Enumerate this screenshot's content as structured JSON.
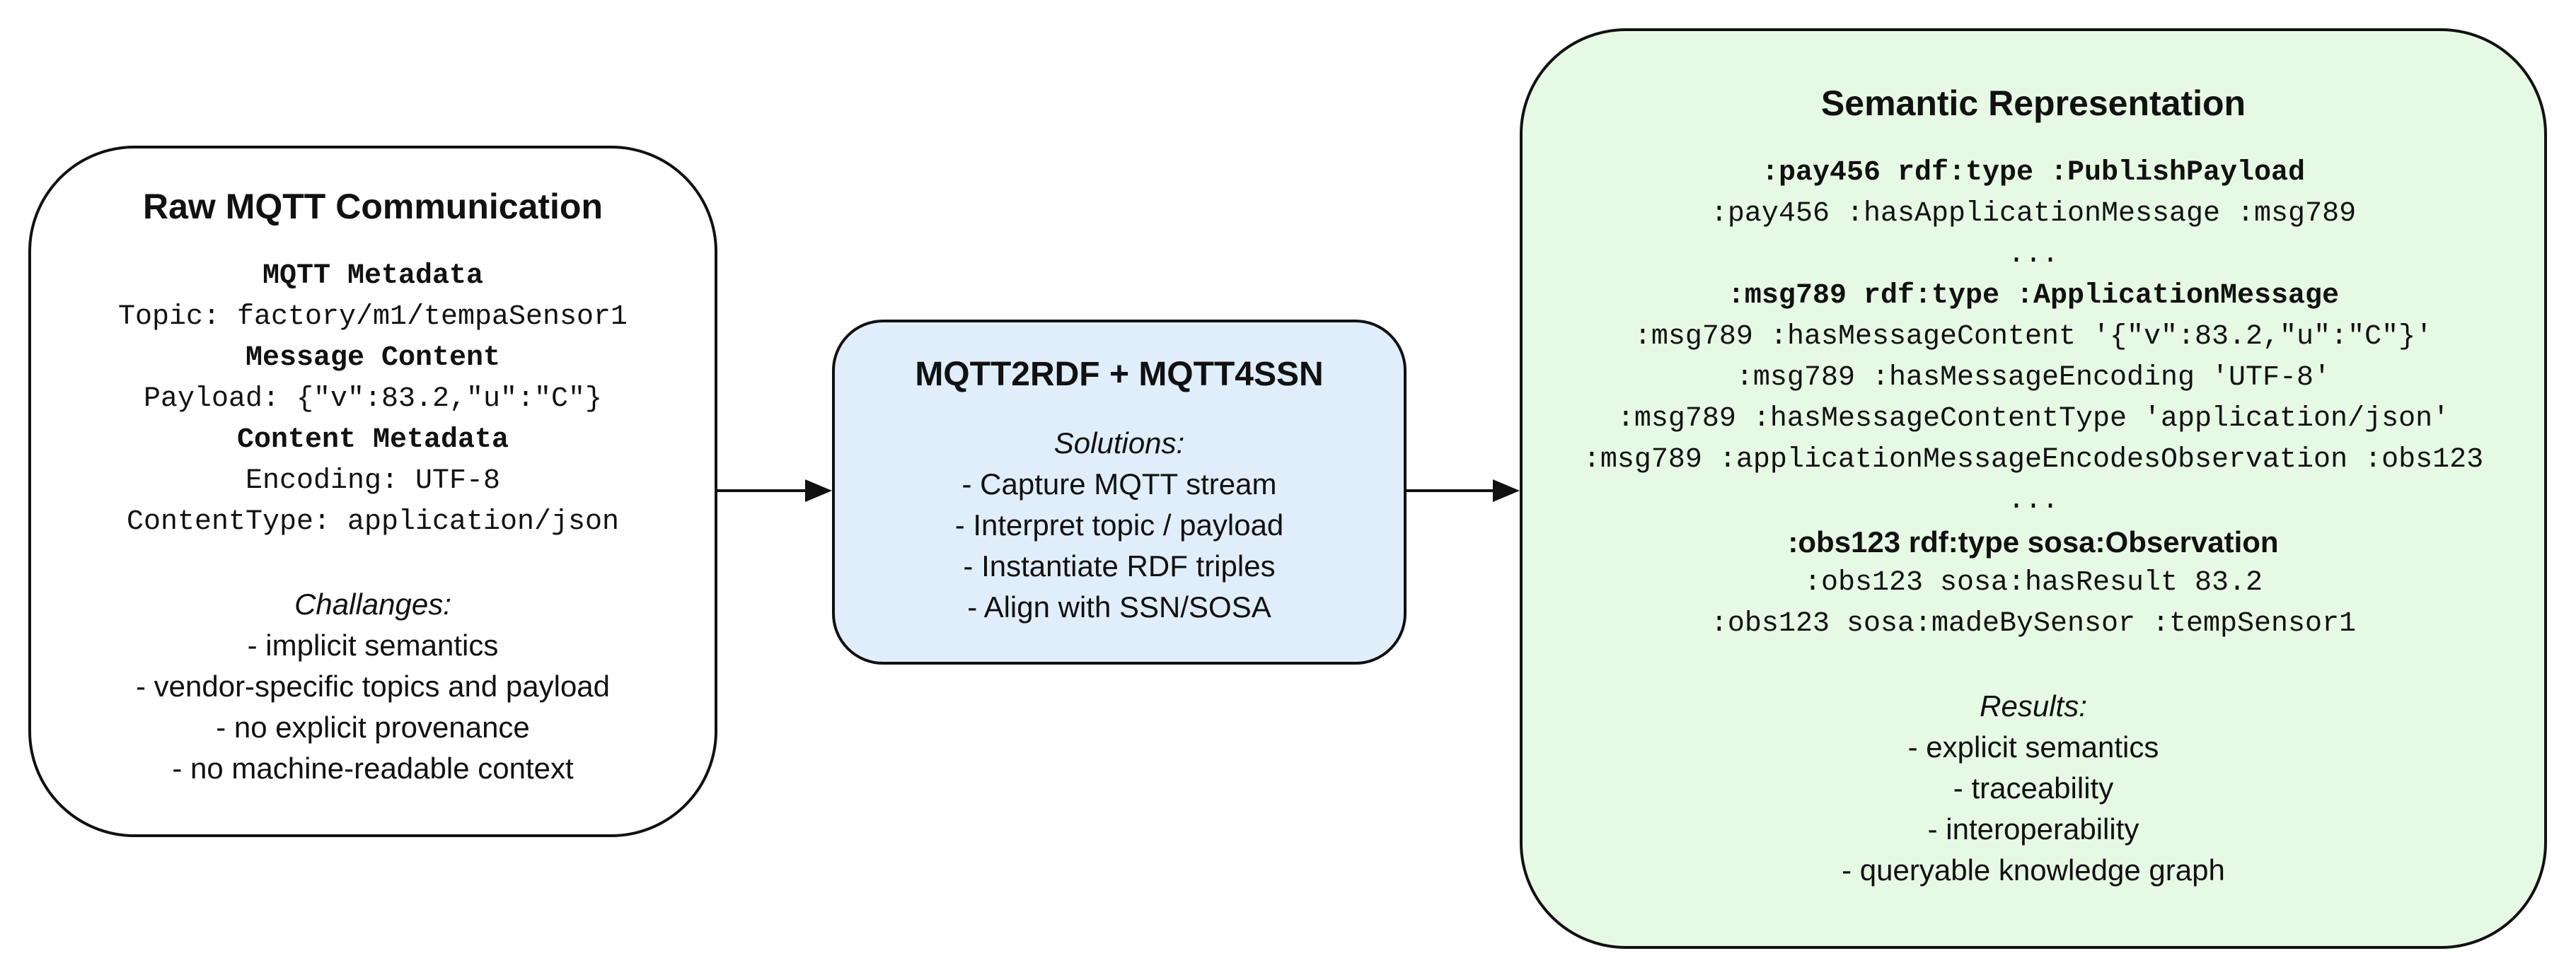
{
  "colors": {
    "border": "#111111",
    "raw_fill": "#ffffff",
    "mid_fill": "#e0eefb",
    "sem_fill": "#e6f9e4",
    "arrow": "#111111"
  },
  "raw": {
    "title": "Raw MQTT Communication",
    "h_metadata": "MQTT Metadata",
    "topic": "Topic: factory/m1/tempaSensor1",
    "h_content": "Message Content",
    "payload": "Payload: {\"v\":83.2,\"u\":\"C\"}",
    "h_content_meta": "Content Metadata",
    "encoding": "Encoding: UTF-8",
    "content_type": "ContentType: application/json",
    "challenges_label": "Challanges:",
    "challenges": [
      "- implicit semantics",
      "- vendor-specific topics and payload",
      "- no explicit provenance",
      "- no machine-readable context"
    ]
  },
  "mid": {
    "title": "MQTT2RDF + MQTT4SSN",
    "solutions_label": "Solutions:",
    "solutions": [
      "- Capture MQTT stream",
      "- Interpret topic / payload",
      "- Instantiate RDF triples",
      "- Align with SSN/SOSA"
    ]
  },
  "sem": {
    "title": "Semantic Representation",
    "t1": ":pay456 rdf:type :PublishPayload",
    "t2": ":pay456 :hasApplicationMessage :msg789",
    "e1": "...",
    "t3": ":msg789 rdf:type :ApplicationMessage",
    "t4": ":msg789 :hasMessageContent '{\"v\":83.2,\"u\":\"C\"}'",
    "t5": ":msg789 :hasMessageEncoding 'UTF-8'",
    "t6": ":msg789 :hasMessageContentType 'application/json'",
    "t7": ":msg789 :applicationMessageEncodesObservation :obs123",
    "e2": "...",
    "t8": ":obs123 rdf:type sosa:Observation",
    "t9": ":obs123 sosa:hasResult 83.2",
    "t10": ":obs123 sosa:madeBySensor :tempSensor1",
    "results_label": "Results:",
    "results": [
      "- explicit semantics",
      "- traceability",
      "- interoperability",
      "- queryable knowledge graph"
    ]
  }
}
